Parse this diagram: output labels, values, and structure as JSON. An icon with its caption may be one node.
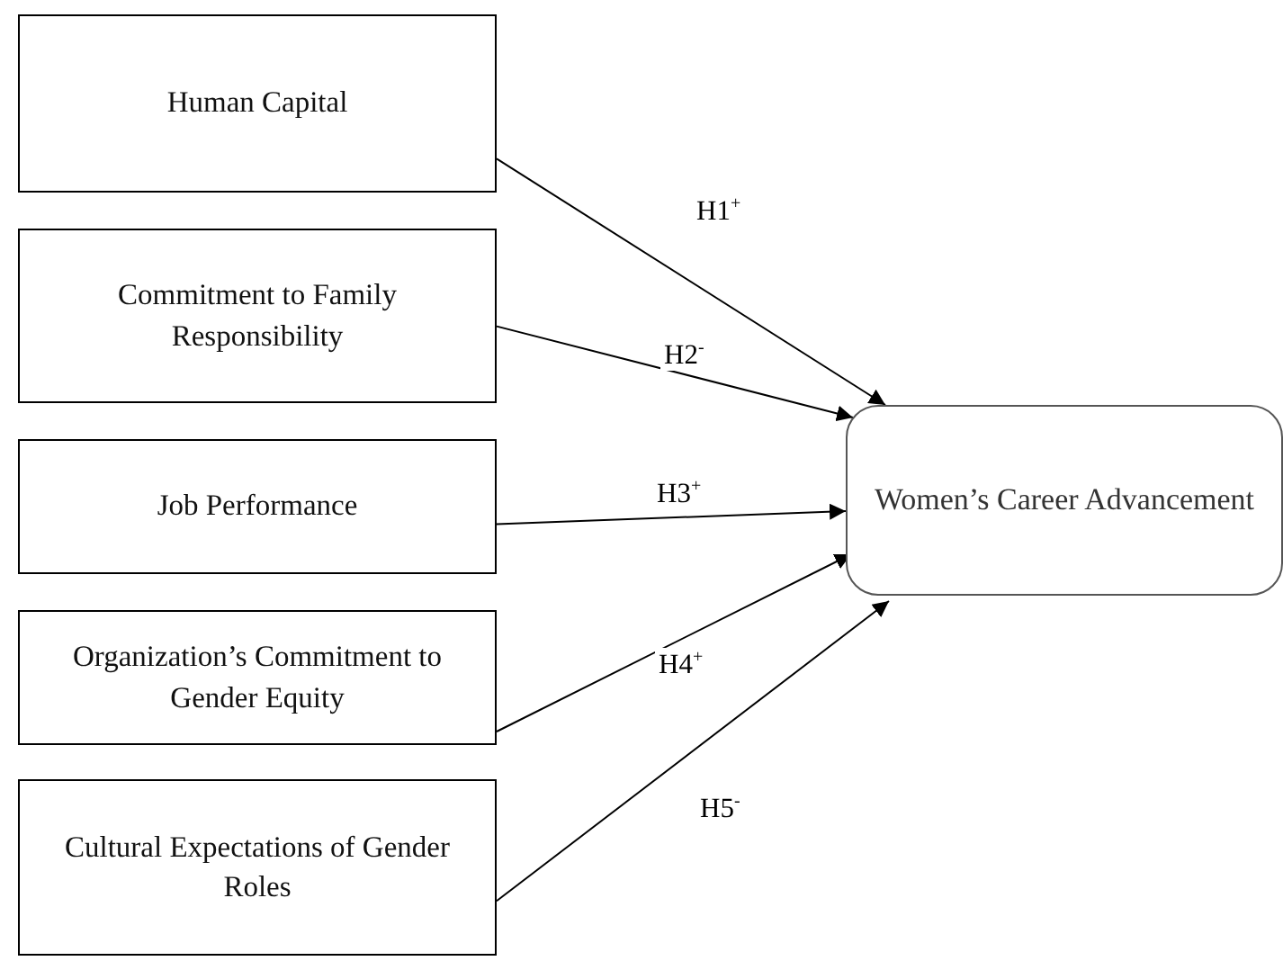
{
  "diagram": {
    "nodes": [
      {
        "text": [
          "Human Capital"
        ]
      },
      {
        "text": [
          "Commitment to Family Responsibility"
        ]
      },
      {
        "text": [
          "Job Performance"
        ]
      },
      {
        "text": [
          "Organization’s Commitment to Gender Equity"
        ]
      },
      {
        "text": [
          "Cultural Expectations of Gender Roles"
        ]
      },
      {
        "text": [
          "Women’s Career Advancement"
        ]
      }
    ],
    "edges": [
      {
        "from": 0,
        "to": 5,
        "arrow": "to",
        "label": "H1$^{+}$"
      },
      {
        "from": 1,
        "to": 5,
        "arrow": "to",
        "label": "H2$^{-}$"
      },
      {
        "from": 2,
        "to": 5,
        "arrow": "to",
        "label": "H3$^{+}$"
      },
      {
        "from": 3,
        "to": 5,
        "arrow": "to",
        "label": "H4$^{+}$"
      },
      {
        "from": 4,
        "to": 5,
        "arrow": "to",
        "label": "H5$^{-}$"
      }
    ]
  }
}
